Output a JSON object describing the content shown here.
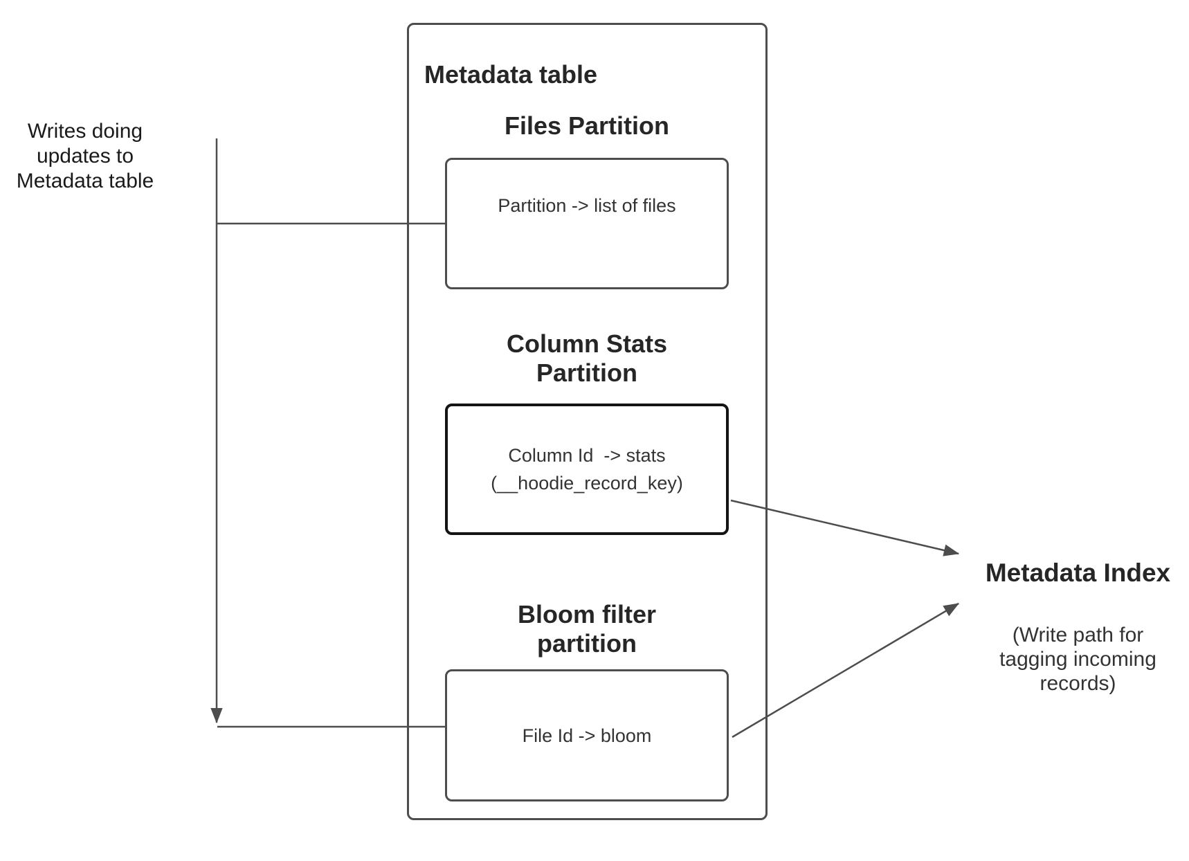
{
  "colors": {
    "background": "#ffffff",
    "connector_line": "#4d4d4d",
    "box_border": "#4d4d4d",
    "stats_box_border": "#141414",
    "heading_text": "#262626",
    "body_text": "#333333"
  },
  "left_note": {
    "lines": [
      "Writes doing",
      "updates to",
      "Metadata table"
    ]
  },
  "metadata_table": {
    "title": "Metadata table",
    "files_partition": {
      "heading_lines": [
        "Files Partition"
      ],
      "box_text_lines": [
        "Partition -> list of files"
      ]
    },
    "column_stats_partition": {
      "heading_lines": [
        "Column Stats",
        "Partition"
      ],
      "box_text_lines": [
        "Column Id  -> stats",
        "(__hoodie_record_key)"
      ]
    },
    "bloom_filter_partition": {
      "heading_lines": [
        "Bloom filter",
        "partition"
      ],
      "box_text_lines": [
        "File Id -> bloom"
      ]
    }
  },
  "metadata_index": {
    "title": "Metadata Index",
    "subtitle_lines": [
      "(Write path for",
      "tagging incoming",
      "records)"
    ]
  }
}
